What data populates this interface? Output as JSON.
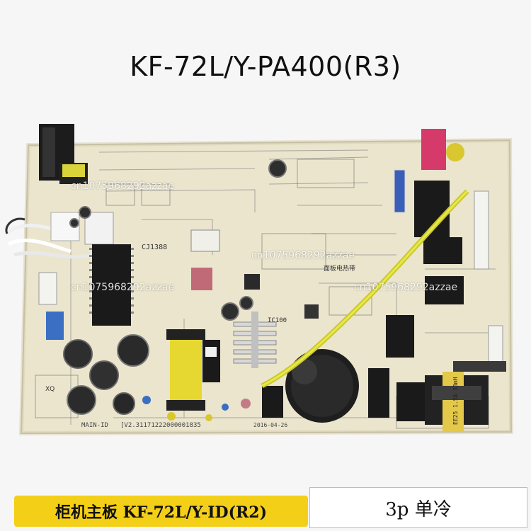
{
  "header": {
    "title": "KF-72L/Y-PA400(R3)"
  },
  "captions": {
    "left": "柜机主板  KF-72L/Y-ID(R2)",
    "right": "3p  单冷"
  },
  "watermarks": [
    "cn1075968292azzae",
    "cn1075968292azzae",
    "cn1075968292azzae",
    "cn1075968292azzae"
  ],
  "board_markings": {
    "main_id": "MAIN-ID",
    "version": "[V2.31171222000001835",
    "date": "2016-04-26",
    "ic_label": "IC100",
    "coil_label": "EE25 1.5A 33mH",
    "heat_label": "面板电热带",
    "chip_label": "CJ1388",
    "tag": "XQ"
  },
  "colors": {
    "board": "#ece6cf",
    "wire_yellow": "#d8d832",
    "relay_black": "#1a1a1a",
    "pink_component": "#d63a6a",
    "caption_bg": "#f4cf17"
  }
}
